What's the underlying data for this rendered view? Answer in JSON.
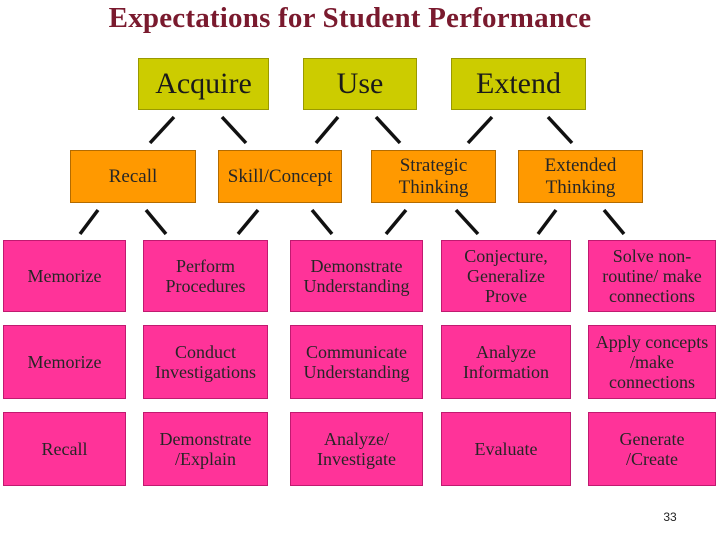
{
  "title": "Expectations for Student Performance",
  "top_level": [
    "Acquire",
    "Use",
    "Extend"
  ],
  "mid_level": [
    "Recall",
    "Skill/Concept",
    "Strategic\nThinking",
    "Extended\nThinking"
  ],
  "rows": [
    [
      "Memorize",
      "Perform\nProcedures",
      "Demonstrate\nUnderstanding",
      "Conjecture,\nGeneralize\nProve",
      "Solve non-\nroutine/ make\nconnections"
    ],
    [
      "Memorize",
      "Conduct\nInvestigations",
      "Communicate\nUnderstanding",
      "Analyze\nInformation",
      "Apply concepts\n/make\nconnections"
    ],
    [
      "Recall",
      "Demonstrate\n/Explain",
      "Analyze/\nInvestigate",
      "Evaluate",
      "Generate\n/Create"
    ]
  ],
  "page_number": "33",
  "colors": {
    "title": "#7a1a2e",
    "top_box": "#cccc00",
    "mid_box": "#ff9900",
    "cell_box": "#ff3399"
  }
}
